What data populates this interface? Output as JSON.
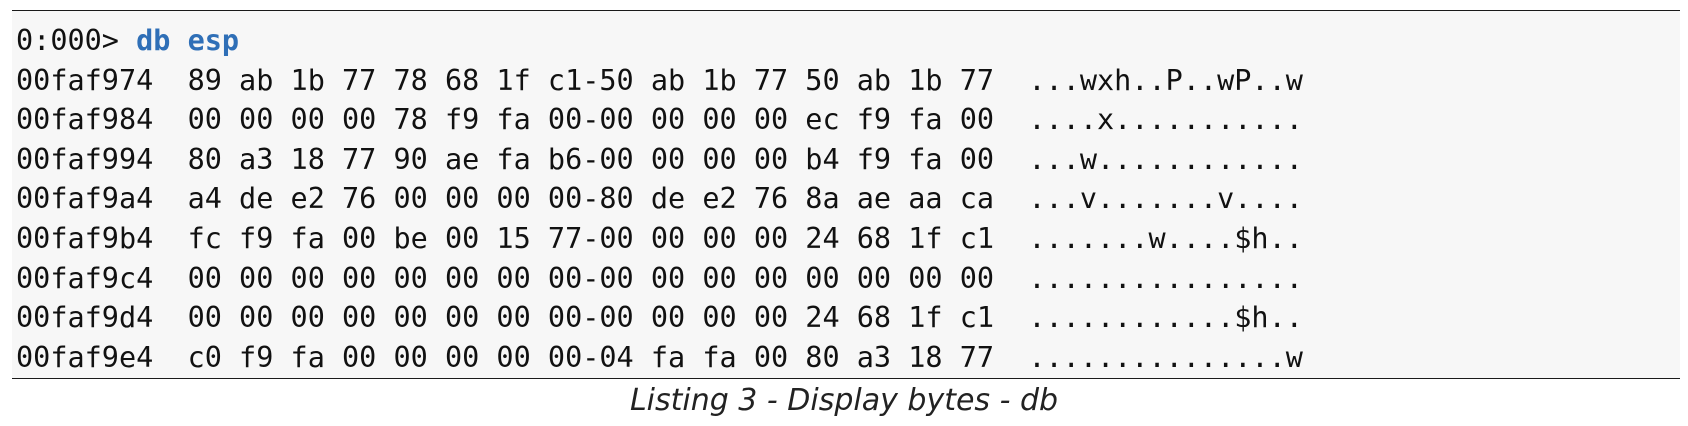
{
  "prompt": {
    "prefix": "0:000> ",
    "command": "db esp"
  },
  "dump_rows": [
    "00faf974  89 ab 1b 77 78 68 1f c1-50 ab 1b 77 50 ab 1b 77  ...wxh..P..wP..w",
    "00faf984  00 00 00 00 78 f9 fa 00-00 00 00 00 ec f9 fa 00  ....x...........",
    "00faf994  80 a3 18 77 90 ae fa b6-00 00 00 00 b4 f9 fa 00  ...w............",
    "00faf9a4  a4 de e2 76 00 00 00 00-80 de e2 76 8a ae aa ca  ...v.......v....",
    "00faf9b4  fc f9 fa 00 be 00 15 77-00 00 00 00 24 68 1f c1  .......w....$h..",
    "00faf9c4  00 00 00 00 00 00 00 00-00 00 00 00 00 00 00 00  ................",
    "00faf9d4  00 00 00 00 00 00 00 00-00 00 00 00 24 68 1f c1  ............$h..",
    "00faf9e4  c0 f9 fa 00 00 00 00 00-04 fa fa 00 80 a3 18 77  ...............w"
  ],
  "caption": "Listing 3 - Display bytes - db"
}
